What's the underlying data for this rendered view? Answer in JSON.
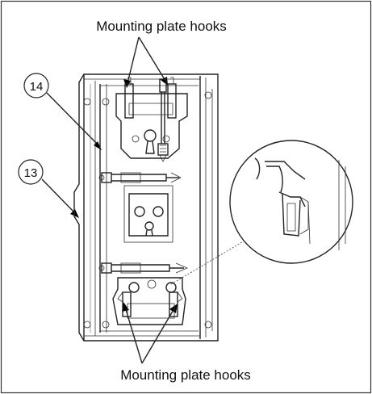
{
  "labels": {
    "top_caption": "Mounting plate hooks",
    "bottom_caption": "Mounting plate hooks",
    "callout_14": "14",
    "callout_13": "13"
  },
  "colors": {
    "line": "#222222",
    "background": "#ffffff"
  }
}
